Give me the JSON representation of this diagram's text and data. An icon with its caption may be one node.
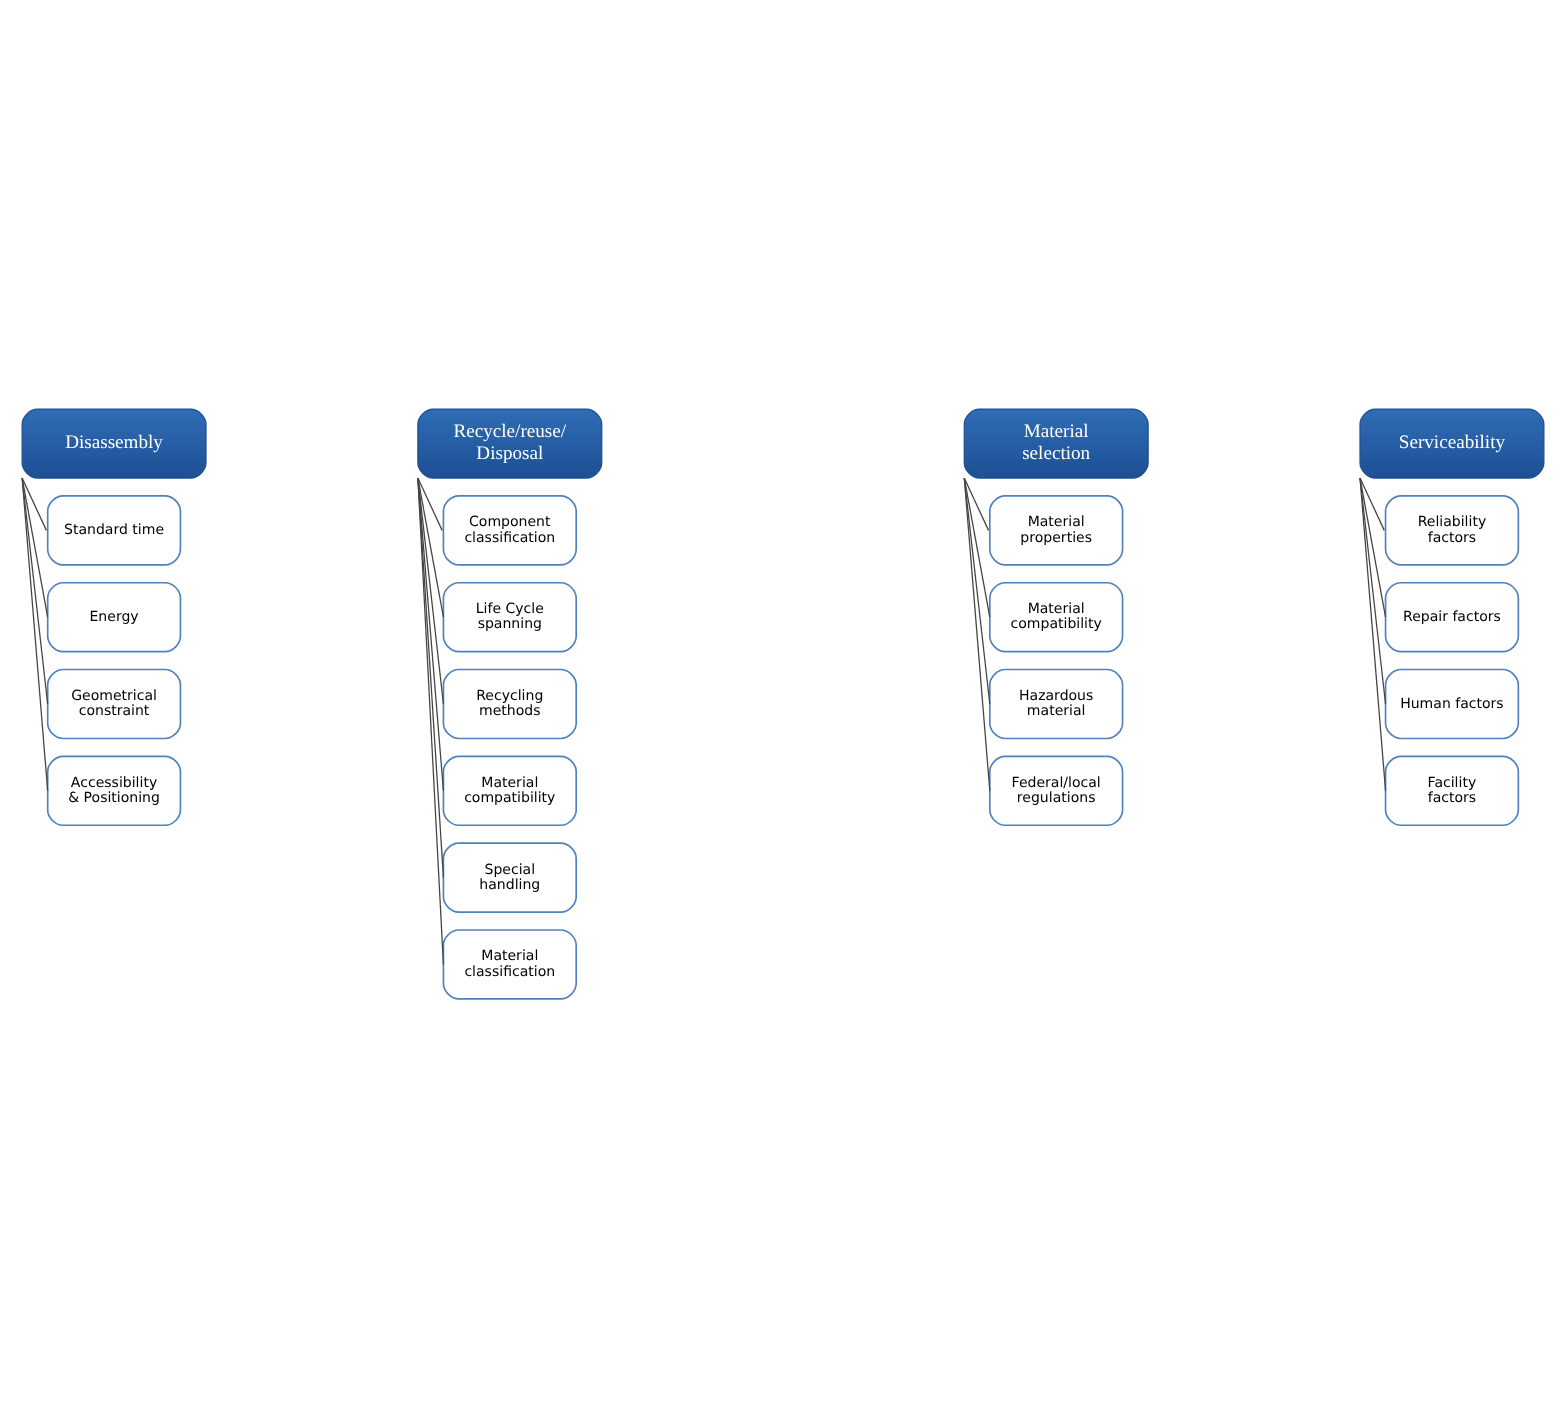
{
  "diagram": {
    "nodes": [
      {
        "text": [
          "Disassembly"
        ]
      },
      {
        "text": [
          "Standard time"
        ]
      },
      {
        "text": [
          "Energy"
        ]
      },
      {
        "text": [
          "Geometrical constraint"
        ]
      },
      {
        "text": [
          "Accessibility & Positioning"
        ]
      },
      {
        "text": [
          "Recycle/reuse/ Disposal"
        ]
      },
      {
        "text": [
          "Component classification"
        ]
      },
      {
        "text": [
          "Life Cycle spanning"
        ]
      },
      {
        "text": [
          "Recycling methods"
        ]
      },
      {
        "text": [
          "Material compatibility"
        ]
      },
      {
        "text": [
          "Special handling"
        ]
      },
      {
        "text": [
          "Material classification"
        ]
      },
      {
        "text": [
          "Material selection"
        ]
      },
      {
        "text": [
          "Material properties"
        ]
      },
      {
        "text": [
          "Material compatibility"
        ]
      },
      {
        "text": [
          "Hazardous material"
        ]
      },
      {
        "text": [
          "Federal/local regulations"
        ]
      },
      {
        "text": [
          "Serviceability"
        ]
      },
      {
        "text": [
          "Reliability factors"
        ]
      },
      {
        "text": [
          "Repair factors"
        ]
      },
      {
        "text": [
          "Human factors"
        ]
      },
      {
        "text": [
          "Facility factors"
        ]
      }
    ],
    "edges": [
      {
        "from": 0,
        "to": 1,
        "arrow": "none"
      },
      {
        "from": 0,
        "to": 2,
        "arrow": "none"
      },
      {
        "from": 0,
        "to": 3,
        "arrow": "none"
      },
      {
        "from": 0,
        "to": 4,
        "arrow": "none"
      },
      {
        "from": 5,
        "to": 6,
        "arrow": "none"
      },
      {
        "from": 5,
        "to": 7,
        "arrow": "none"
      },
      {
        "from": 5,
        "to": 8,
        "arrow": "none"
      },
      {
        "from": 5,
        "to": 9,
        "arrow": "none"
      },
      {
        "from": 5,
        "to": 10,
        "arrow": "none"
      },
      {
        "from": 5,
        "to": 11,
        "arrow": "none"
      },
      {
        "from": 12,
        "to": 13,
        "arrow": "none"
      },
      {
        "from": 12,
        "to": 14,
        "arrow": "none"
      },
      {
        "from": 12,
        "to": 15,
        "arrow": "none"
      },
      {
        "from": 12,
        "to": 16,
        "arrow": "none"
      },
      {
        "from": 17,
        "to": 18,
        "arrow": "none"
      },
      {
        "from": 17,
        "to": 19,
        "arrow": "none"
      },
      {
        "from": 17,
        "to": 20,
        "arrow": "none"
      },
      {
        "from": 17,
        "to": 21,
        "arrow": "none"
      }
    ]
  }
}
